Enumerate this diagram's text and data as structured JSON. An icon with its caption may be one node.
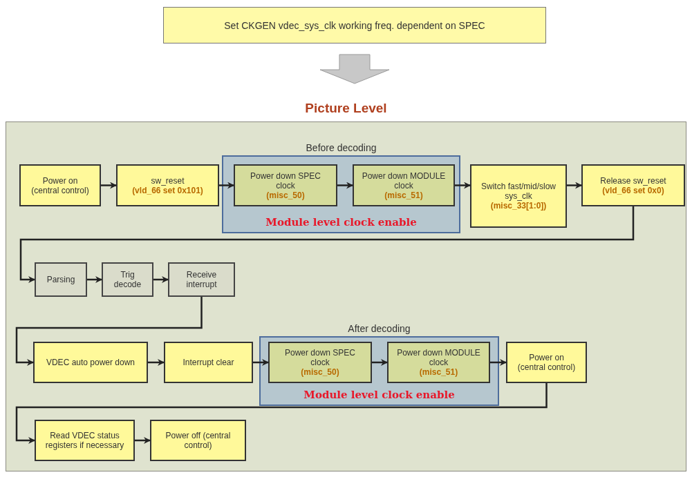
{
  "diagram": {
    "nodes": [
      {
        "text": [
          "Set CKGEN vdec_sys_clk working freq. dependent on SPEC"
        ]
      },
      {
        "text": [
          "Picture Level"
        ]
      },
      {
        "text": [
          "Before decoding",
          "Module level clock enable"
        ],
        "in": 1
      },
      {
        "text": [
          "Power on (central control)"
        ],
        "in": 1
      },
      {
        "text": [
          "sw_reset",
          "(vld_66 set 0x101)"
        ],
        "in": 1
      },
      {
        "text": [
          "Power down SPEC clock",
          "(misc_50)"
        ],
        "in": 2
      },
      {
        "text": [
          "Power down MODULE clock",
          "(misc_51)"
        ],
        "in": 2
      },
      {
        "text": [
          "Switch fast/mid/slow sys_clk",
          "(misc_33[1:0])"
        ],
        "in": 1
      },
      {
        "text": [
          "Release sw_reset",
          "(vld_66 set 0x0)"
        ],
        "in": 1
      },
      {
        "text": [
          "Parsing"
        ],
        "in": 1
      },
      {
        "text": [
          "Trig decode"
        ],
        "in": 1
      },
      {
        "text": [
          "Receive interrupt"
        ],
        "in": 1
      },
      {
        "text": [
          "After decoding",
          "Module level clock enable"
        ],
        "in": 1
      },
      {
        "text": [
          "VDEC auto power down"
        ],
        "in": 1
      },
      {
        "text": [
          "Interrupt clear"
        ],
        "in": 1
      },
      {
        "text": [
          "Power down SPEC clock",
          "(misc_50)"
        ],
        "in": 12
      },
      {
        "text": [
          "Power down MODULE clock",
          "(misc_51)"
        ],
        "in": 12
      },
      {
        "text": [
          "Power on (central control)"
        ],
        "in": 1
      },
      {
        "text": [
          "Read VDEC status registers if necessary"
        ],
        "in": 1
      },
      {
        "text": [
          "Power off (central control)"
        ],
        "in": 1
      }
    ],
    "edges": [
      {
        "from": 0,
        "to": 1,
        "arrow": "to",
        "style": "thick",
        "color": "#c8c8c8"
      },
      {
        "from": 3,
        "to": 4,
        "arrow": "to"
      },
      {
        "from": 4,
        "to": 5,
        "arrow": "to"
      },
      {
        "from": 5,
        "to": 6,
        "arrow": "to"
      },
      {
        "from": 6,
        "to": 7,
        "arrow": "to"
      },
      {
        "from": 7,
        "to": 8,
        "arrow": "to"
      },
      {
        "from": 8,
        "to": 9,
        "arrow": "to"
      },
      {
        "from": 9,
        "to": 10,
        "arrow": "to"
      },
      {
        "from": 10,
        "to": 11,
        "arrow": "to"
      },
      {
        "from": 11,
        "to": 13,
        "arrow": "to"
      },
      {
        "from": 13,
        "to": 14,
        "arrow": "to"
      },
      {
        "from": 14,
        "to": 15,
        "arrow": "to"
      },
      {
        "from": 15,
        "to": 16,
        "arrow": "to"
      },
      {
        "from": 16,
        "to": 17,
        "arrow": "to"
      },
      {
        "from": 17,
        "to": 18,
        "arrow": "to"
      },
      {
        "from": 18,
        "to": 19,
        "arrow": "to"
      }
    ]
  }
}
